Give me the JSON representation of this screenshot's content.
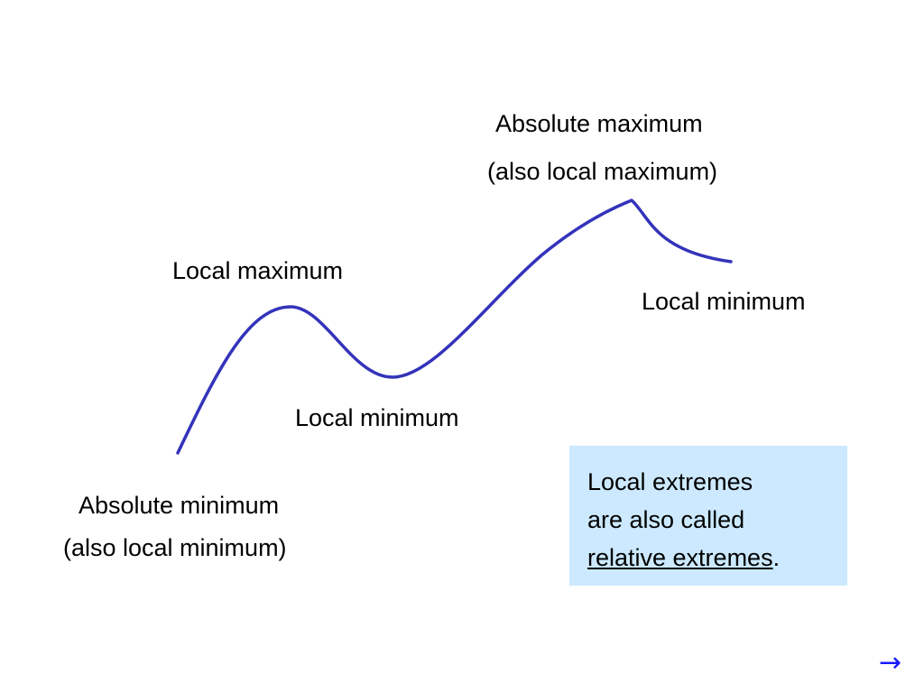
{
  "labels": {
    "absolute_maximum": "Absolute maximum",
    "absolute_maximum_note": "(also local maximum)",
    "local_maximum": "Local maximum",
    "local_minimum_right": "Local minimum",
    "local_minimum_middle": "Local minimum",
    "absolute_minimum": "Absolute minimum",
    "absolute_minimum_note": "(also local minimum)"
  },
  "note": {
    "line1": "Local extremes",
    "line2": "are also called",
    "term": "relative extremes",
    "punctuation": "."
  },
  "navigation": {
    "next_icon": "right-arrow-icon",
    "next_glyph": "→"
  },
  "colors": {
    "curve": "#3333bb",
    "note_background": "#cce9ff",
    "arrow": "#1a1aff"
  }
}
